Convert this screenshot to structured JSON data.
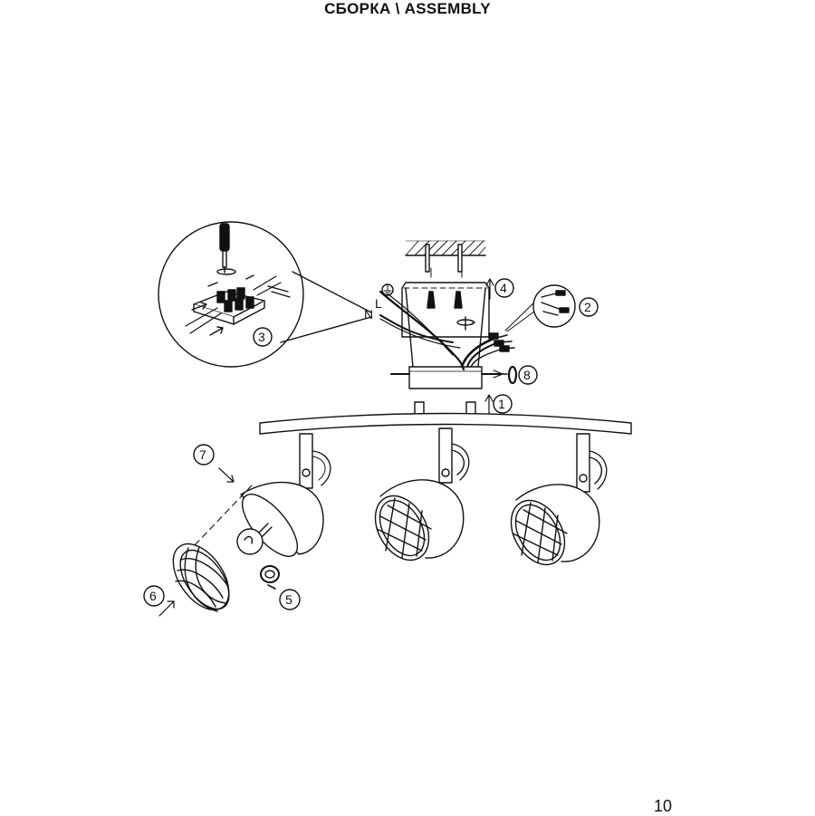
{
  "header": {
    "title": "СБОРКА \\ ASSEMBLY"
  },
  "footer": {
    "page_number": "10"
  },
  "diagram": {
    "wire_labels": {
      "neutral": "N",
      "live": "L"
    },
    "steps": [
      "1",
      "2",
      "3",
      "4",
      "5",
      "6",
      "7",
      "8"
    ]
  }
}
